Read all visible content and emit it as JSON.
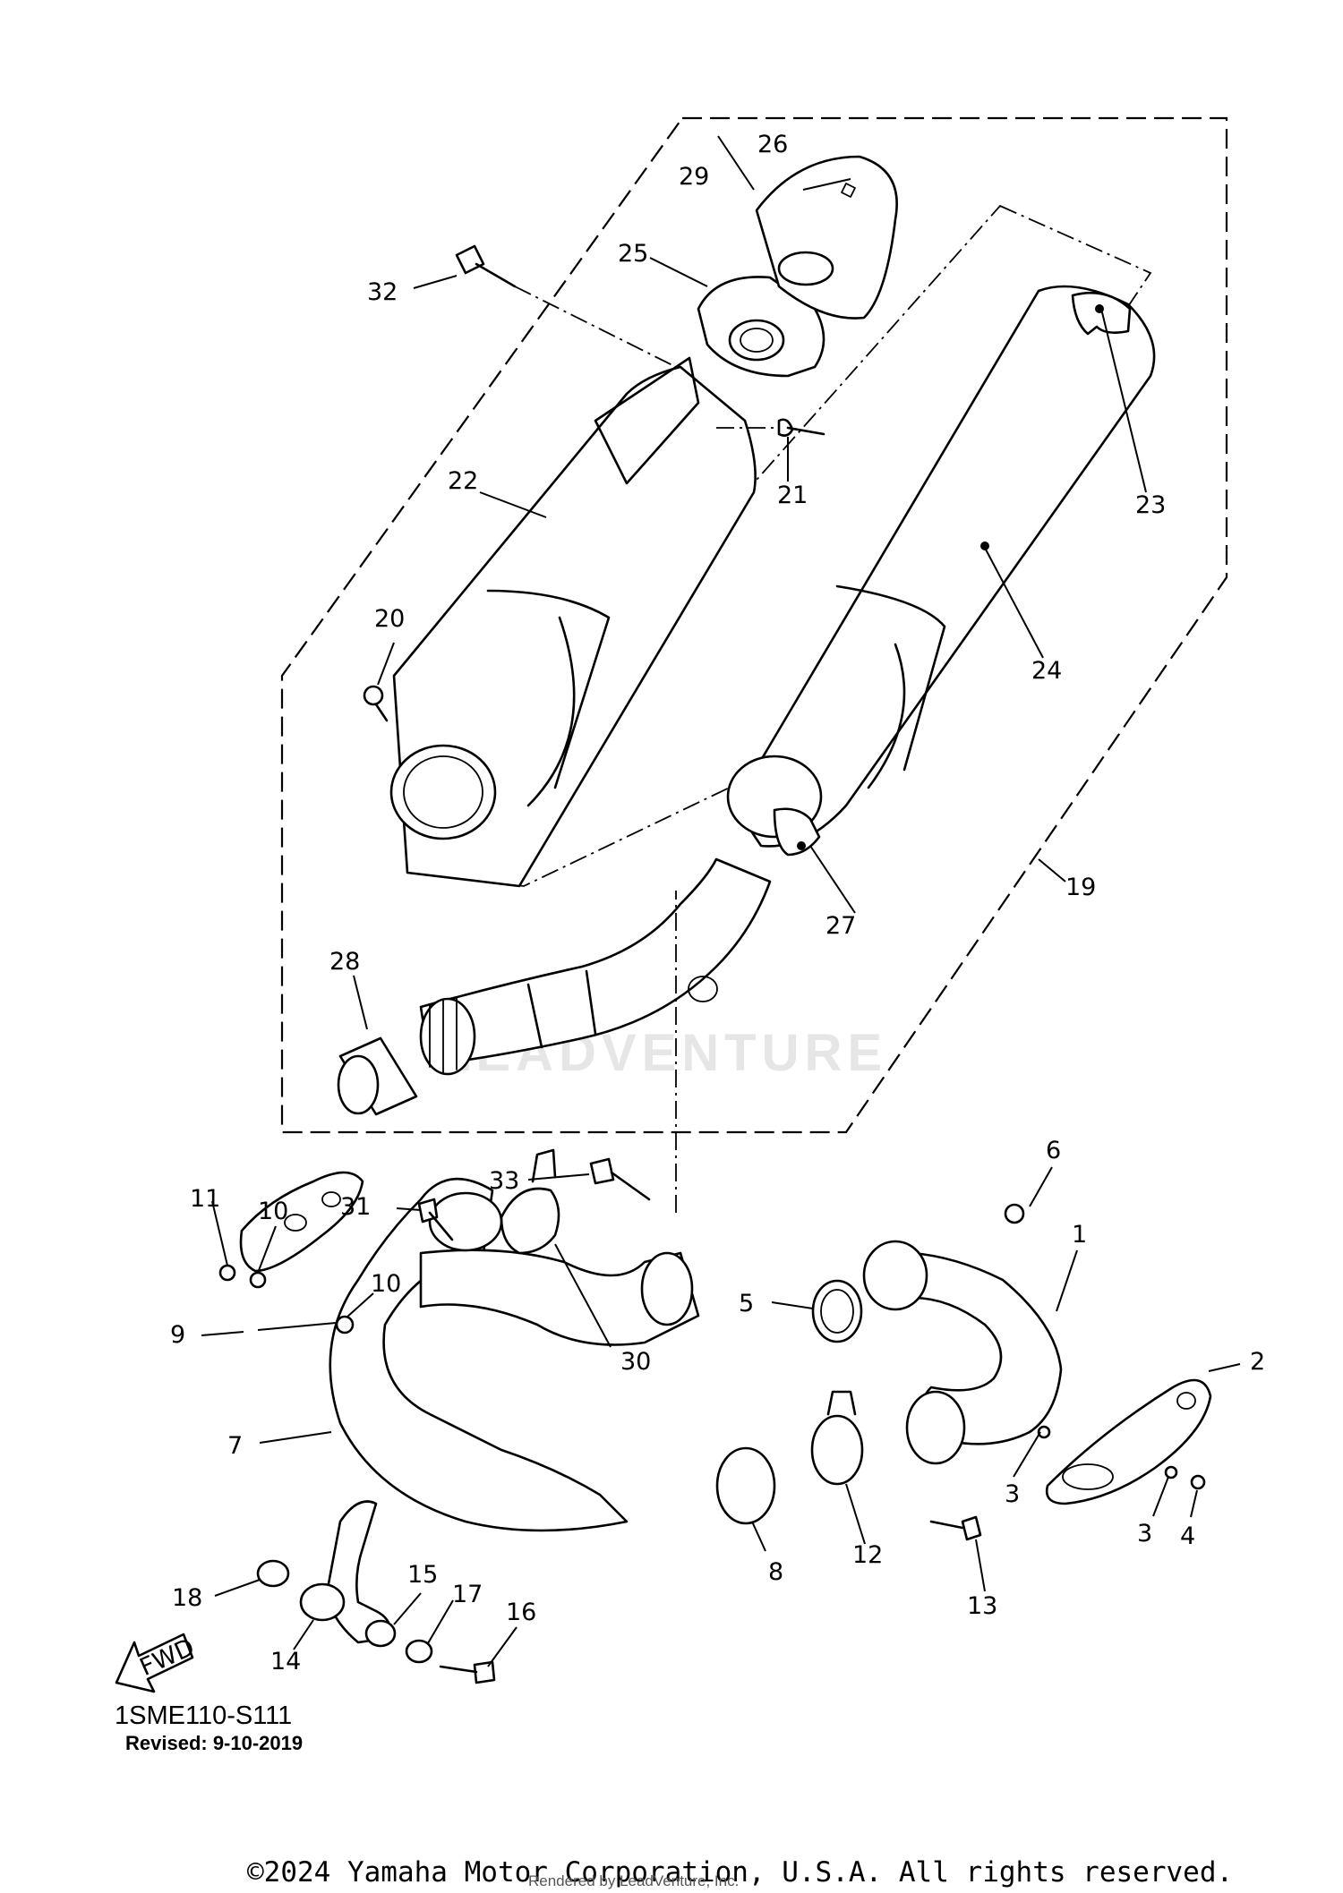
{
  "diagram": {
    "code": "1SME110-S111",
    "revised": "Revised: 9-10-2019",
    "fwd_label": "FWD",
    "watermark": "LEADVENTURE",
    "copyright": "©2024 Yamaha Motor Corporation, U.S.A. All rights reserved.",
    "rendered_by": "Rendered by LeadVenture, Inc.",
    "callouts": [
      "1",
      "2",
      "3",
      "3",
      "4",
      "5",
      "6",
      "7",
      "8",
      "9",
      "10",
      "10",
      "11",
      "12",
      "13",
      "14",
      "15",
      "16",
      "17",
      "18",
      "19",
      "20",
      "21",
      "22",
      "23",
      "24",
      "25",
      "26",
      "27",
      "28",
      "29",
      "30",
      "31",
      "32",
      "33"
    ]
  }
}
